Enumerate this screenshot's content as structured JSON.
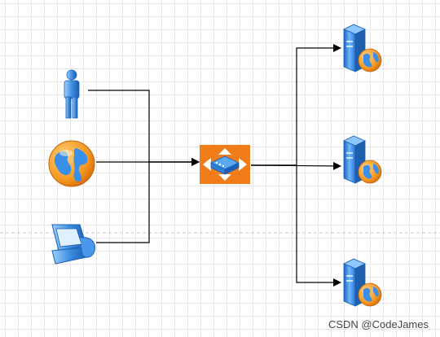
{
  "diagram": {
    "nodes": [
      {
        "id": "user",
        "icon": "user-icon"
      },
      {
        "id": "internet",
        "icon": "globe-icon"
      },
      {
        "id": "computer",
        "icon": "computer-icon"
      },
      {
        "id": "switch",
        "icon": "switch-icon"
      },
      {
        "id": "server-1",
        "icon": "web-server-icon"
      },
      {
        "id": "server-2",
        "icon": "web-server-icon"
      },
      {
        "id": "server-3",
        "icon": "web-server-icon"
      }
    ],
    "edges": [
      {
        "from": "user",
        "to": "switch"
      },
      {
        "from": "internet",
        "to": "switch"
      },
      {
        "from": "computer",
        "to": "switch"
      },
      {
        "from": "switch",
        "to": "server-1"
      },
      {
        "from": "switch",
        "to": "server-2"
      },
      {
        "from": "switch",
        "to": "server-3"
      }
    ],
    "colors": {
      "switch_orange": "#f07c1a",
      "server_blue": "#2f7fd6",
      "globe_orange": "#f59a23",
      "edge": "#000000"
    }
  },
  "watermark": {
    "text": "CSDN @CodeJames"
  }
}
